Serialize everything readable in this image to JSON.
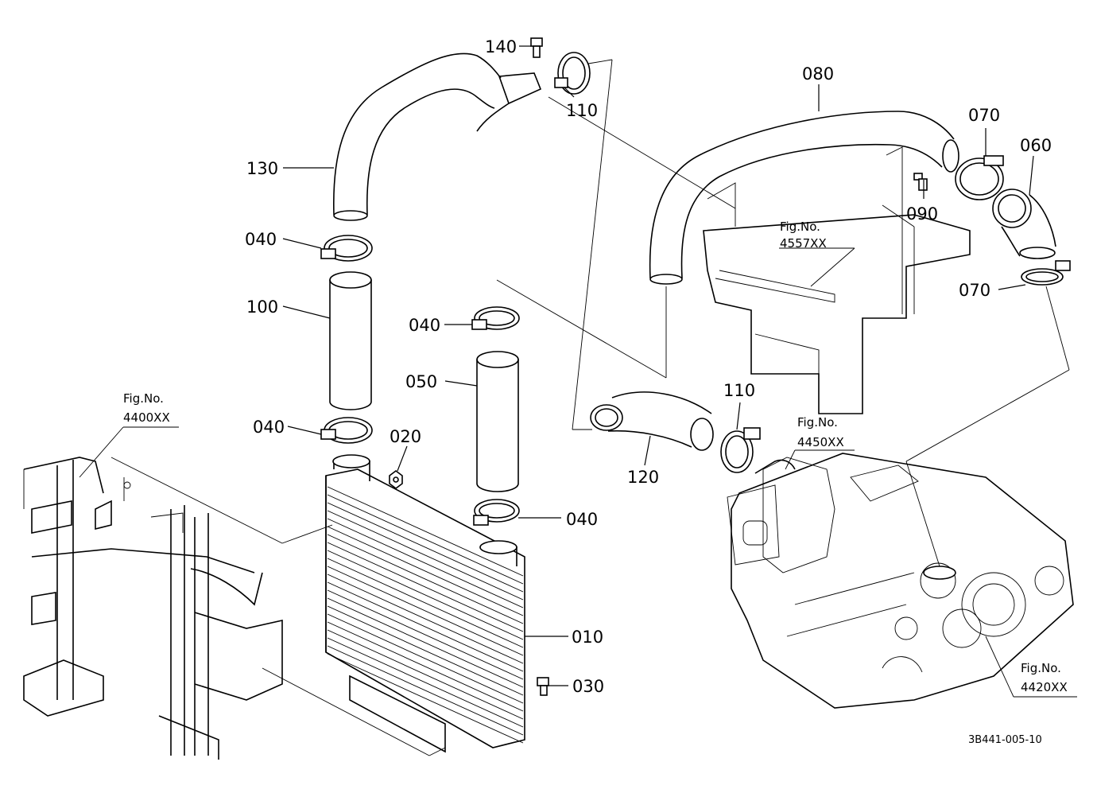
{
  "callouts": {
    "c140": "140",
    "c110a": "110",
    "c130": "130",
    "c080": "080",
    "c070a": "070",
    "c060": "060",
    "c090": "090",
    "c070b": "070",
    "c040a": "040",
    "c100": "100",
    "c040b": "040",
    "c050": "050",
    "c040c": "040",
    "c020": "020",
    "c040d": "040",
    "c110b": "110",
    "c120": "120",
    "c010": "010",
    "c030": "030"
  },
  "figure_refs": {
    "f4557_label": "Fig.No.",
    "f4557_num": "4557XX",
    "f4400_label": "Fig.No.",
    "f4400_num": "4400XX",
    "f4450_label": "Fig.No.",
    "f4450_num": "4450XX",
    "f4420_label": "Fig.No.",
    "f4420_num": "4420XX"
  },
  "drawing_code": "3B441-005-10"
}
